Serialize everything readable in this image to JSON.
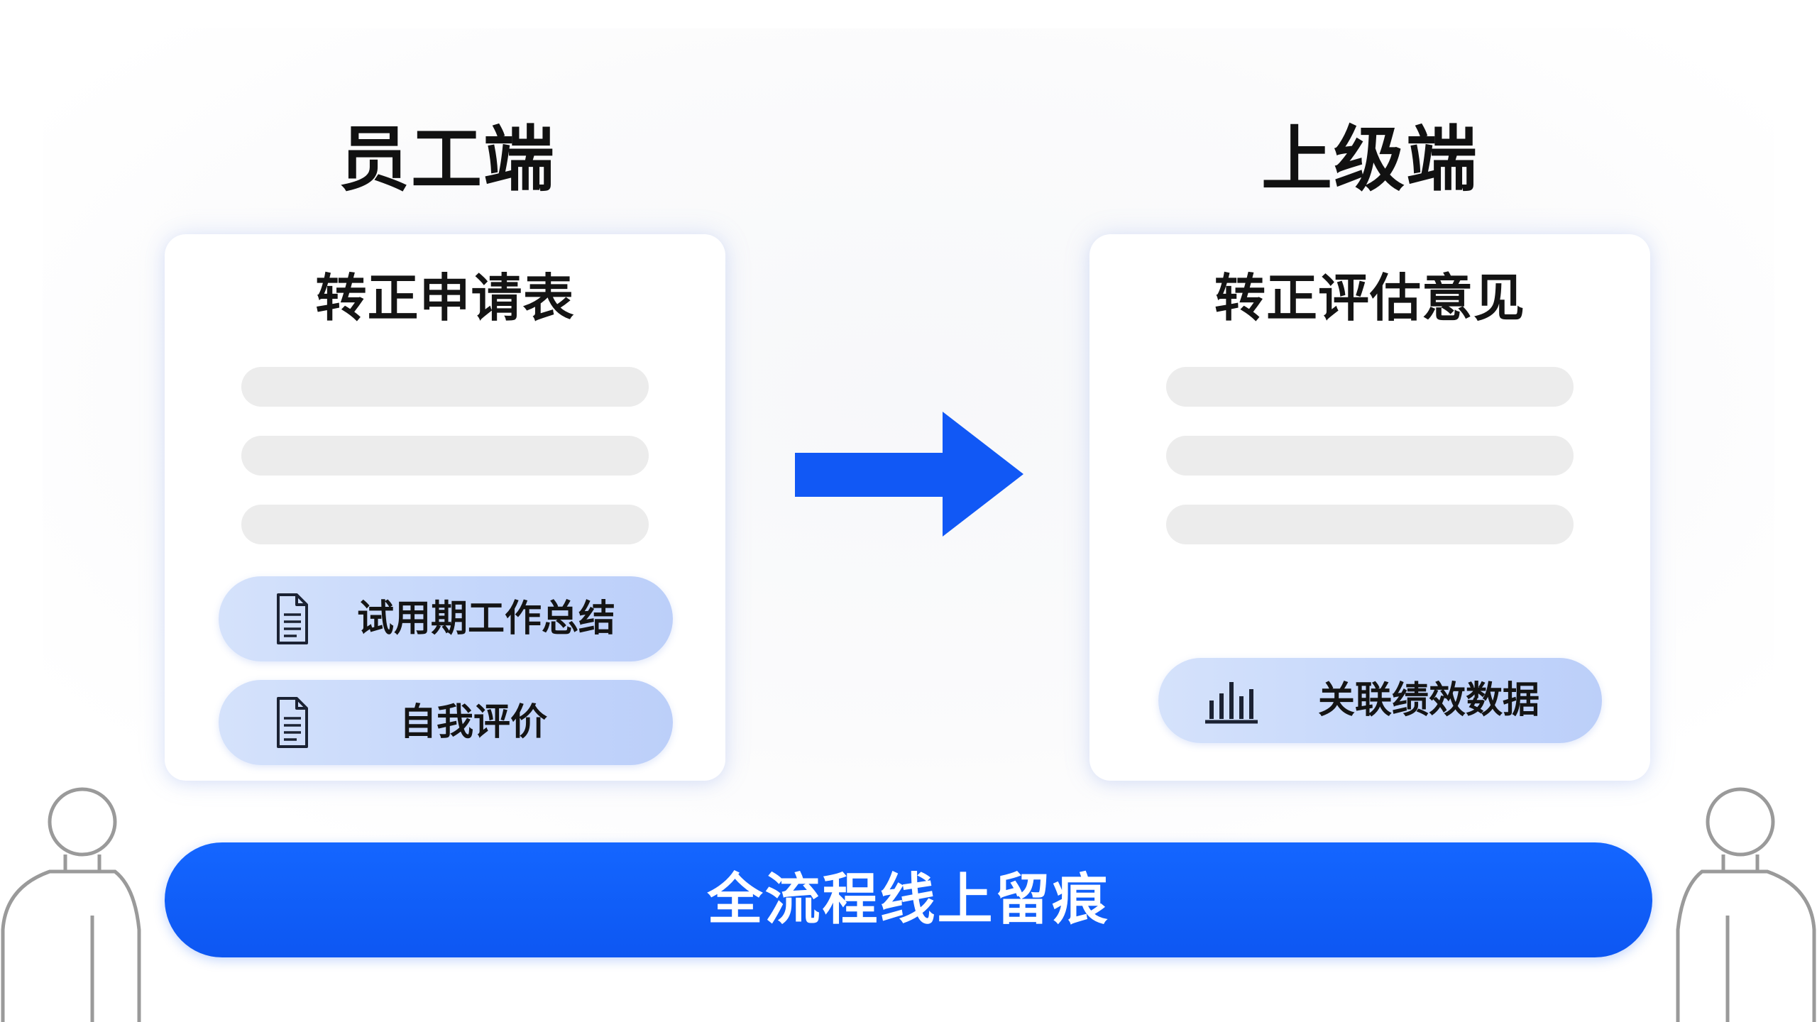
{
  "employee_side": {
    "title": "员工端",
    "card": {
      "title": "转正申请表",
      "items": [
        {
          "icon": "document-icon",
          "label": "试用期工作总结"
        },
        {
          "icon": "document-icon",
          "label": "自我评价"
        }
      ]
    }
  },
  "manager_side": {
    "title": "上级端",
    "card": {
      "title": "转正评估意见",
      "items": [
        {
          "icon": "bar-chart-icon",
          "label": "关联绩效数据"
        }
      ]
    }
  },
  "banner": {
    "text": "全流程线上留痕"
  },
  "colors": {
    "accent_blue": "#0d57f2",
    "pill_fill": "#c5d7fb",
    "placeholder_line": "#ececec",
    "text_dark": "#141414"
  }
}
